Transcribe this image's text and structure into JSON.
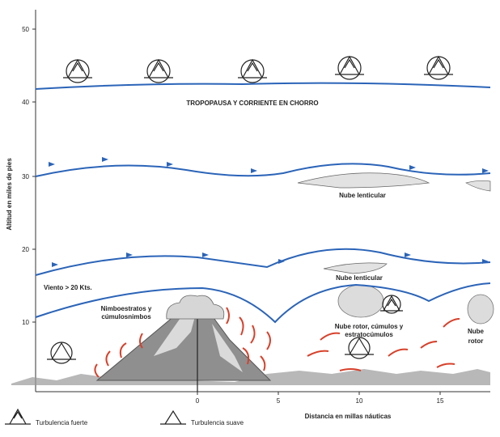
{
  "diagram": {
    "y_axis_label": "Altitud en miles de pies",
    "x_axis_label": "Distancia en millas náuticas",
    "y_ticks": [
      "10",
      "20",
      "30",
      "40",
      "50"
    ],
    "x_ticks": [
      "0",
      "5",
      "10",
      "15"
    ],
    "tropopause_label": "TROPOPAUSA Y CORRIENTE EN CHORRO",
    "lenticular_label_1": "Nube lenticular",
    "lenticular_label_2": "Nube lenticular",
    "wind_label": "Viento > 20 Kts.",
    "nimbo_label_line1": "Nimboestratos y",
    "nimbo_label_line2": "cúmulosnimbos",
    "rotor_label_line1": "Nube rotor, cúmulos y",
    "rotor_label_line2": "estratocúmulos",
    "rotor2_label_line1": "Nube",
    "rotor2_label_line2": "rotor",
    "legend": {
      "strong": "Turbulencia fuerte",
      "mild": "Turbulencia suave"
    }
  },
  "colors": {
    "wave_line": "#2b64b8",
    "arrow": "#d8402a",
    "mountain": "#8f8f8f",
    "text": "#222222"
  }
}
